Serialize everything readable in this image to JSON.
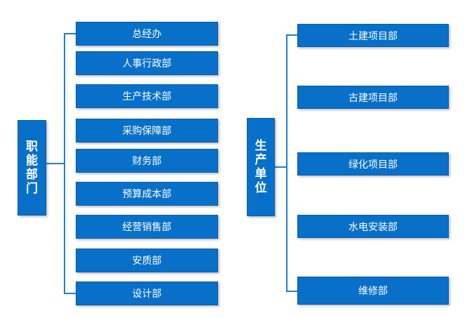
{
  "left_group": {
    "title": [
      "职",
      "能",
      "部",
      "门"
    ],
    "items": [
      "总经办",
      "人事行政部",
      "生产技术部",
      "采购保障部",
      "财务部",
      "预算成本部",
      "经营销售部",
      "安质部",
      "设计部"
    ]
  },
  "right_group": {
    "title": [
      "生",
      "产",
      "单",
      "位"
    ],
    "items": [
      "土建项目部",
      "古建项目部",
      "绿化项目部",
      "水电安装部",
      "维修部"
    ]
  },
  "colors": {
    "box": "#0870c9",
    "line": "#1f7fd1",
    "text": "#ffffff"
  }
}
